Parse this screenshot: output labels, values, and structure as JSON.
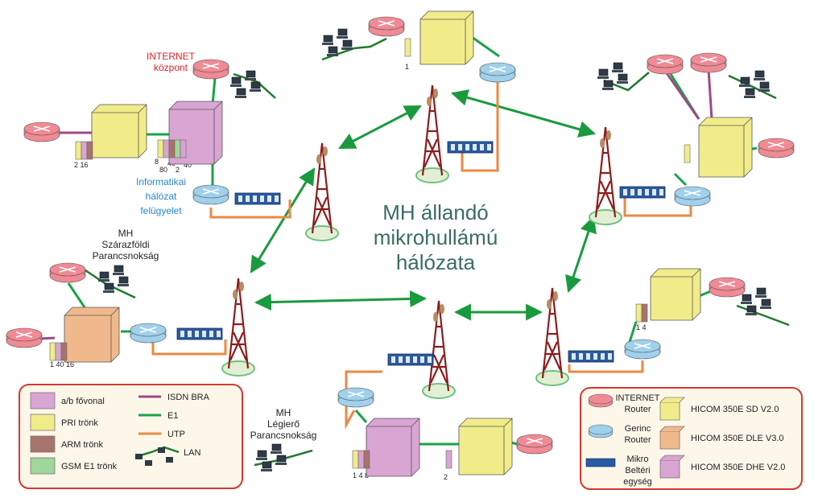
{
  "title_lines": [
    "MH állandó",
    "mikrohullámú",
    "hálózata"
  ],
  "labels": {
    "internet_center": [
      "INTERNET",
      "központ"
    ],
    "it_monitoring": [
      "Informatikai",
      "hálózat",
      "felügyelet"
    ],
    "land_command": [
      "MH",
      "Szárazföldi",
      "Parancsnokság"
    ],
    "air_command": [
      "MH",
      "Légierő",
      "Parancsnokság"
    ]
  },
  "port_labels": {
    "topc": "1",
    "lcs_nums": "2 16",
    "ltc_nums": "8",
    "ltc_nums2": "80",
    "ltc_nums3": "40",
    "ltc_nums4": "2",
    "ltc_nums5": "40",
    "land_nums": "1 40 16",
    "right_nums": "1   4",
    "bottom_nums": "1  4  8",
    "bottom_c": "2"
  },
  "legend_left": {
    "items": [
      {
        "label": "a/b fővonal",
        "color": "#d9a5d3"
      },
      {
        "label": "PRI trönk",
        "color": "#f1ec8a"
      },
      {
        "label": "ARM trönk",
        "color": "#a8736b"
      },
      {
        "label": "GSM E1 trönk",
        "color": "#9fd69a"
      }
    ],
    "lines": [
      {
        "label": "ISDN BRA",
        "color": "#9c4a86"
      },
      {
        "label": "E1",
        "color": "#1aa347"
      },
      {
        "label": "UTP",
        "color": "#ea8a43"
      },
      {
        "label": "LAN",
        "color": "#1f7a2e"
      }
    ]
  },
  "legend_right": {
    "devices": [
      {
        "label": [
          "INTERNET",
          "Router"
        ],
        "color": "#f08a94"
      },
      {
        "label": [
          "Gerinc",
          "Router"
        ],
        "color": "#9fd0ec"
      },
      {
        "label": [
          "Mikro",
          "Beltéri",
          "egység"
        ],
        "color": "#2a5aa0"
      }
    ],
    "pbx": [
      {
        "label": "HICOM 350E SD V2.0",
        "color": "#f1ec8a"
      },
      {
        "label": "HICOM 350E DLE V3.0",
        "color": "#f0b98c"
      },
      {
        "label": "HICOM 350E DHE V2.0",
        "color": "#d9a5d3"
      }
    ]
  },
  "colors": {
    "microwave_link": "#1a9a3e",
    "e1": "#1aa347",
    "utp": "#ea8a43",
    "isdn": "#9c4a86",
    "title": "#3a6d63",
    "label_red": "#e0232b",
    "label_blue": "#2a86c7",
    "legend_border": "#d9362f",
    "legend_bg": "#fdf7ea"
  }
}
